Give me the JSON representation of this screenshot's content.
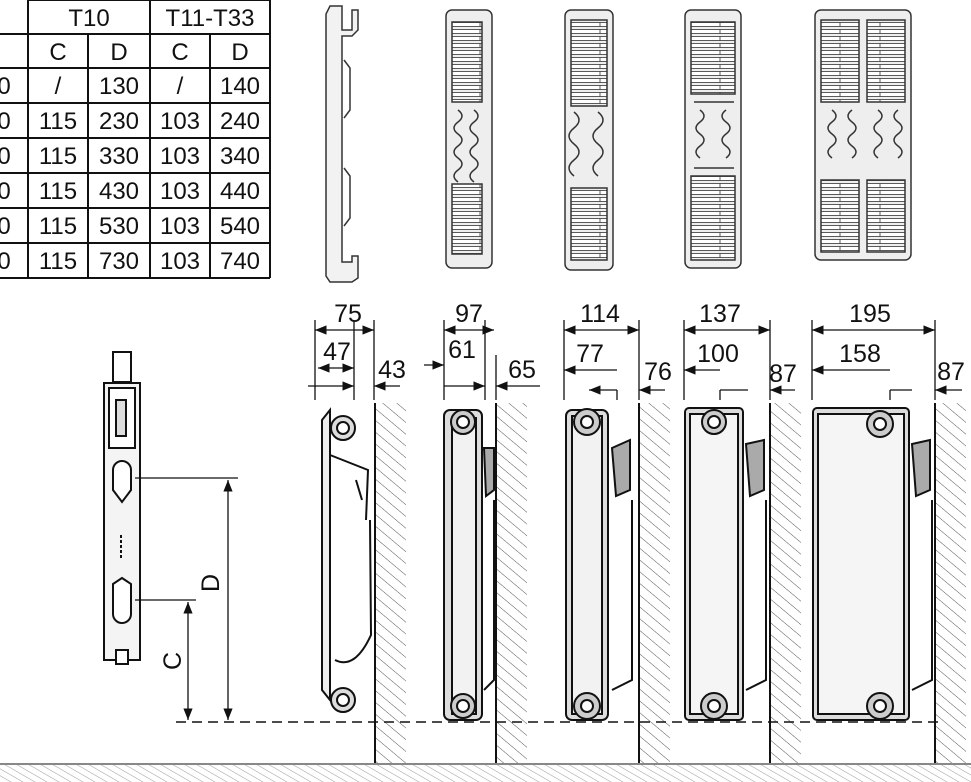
{
  "table": {
    "groups": [
      "T10",
      "T11-T33"
    ],
    "subheaders": [
      "C",
      "D",
      "C",
      "D"
    ],
    "rows": [
      [
        "0",
        "/",
        "130",
        "/",
        "140"
      ],
      [
        "0",
        "115",
        "230",
        "103",
        "240"
      ],
      [
        "0",
        "115",
        "330",
        "103",
        "340"
      ],
      [
        "0",
        "115",
        "430",
        "103",
        "440"
      ],
      [
        "0",
        "115",
        "530",
        "103",
        "540"
      ],
      [
        "0",
        "115",
        "730",
        "103",
        "740"
      ]
    ]
  },
  "dimensions": {
    "t10": {
      "overall": "75",
      "inner": "47",
      "wall": "43"
    },
    "t11": {
      "overall": "97",
      "inner": "61",
      "wall": "65"
    },
    "t21": {
      "overall": "114",
      "inner": "77",
      "wall": "76"
    },
    "t22": {
      "overall": "137",
      "inner": "100",
      "wall": "87"
    },
    "t33": {
      "overall": "195",
      "inner": "158",
      "wall": "87"
    }
  },
  "side_labels": {
    "c": "C",
    "d": "D"
  },
  "colors": {
    "line": "#111111",
    "panel": "#e6e6e6",
    "floor": "#b8b8b8"
  }
}
